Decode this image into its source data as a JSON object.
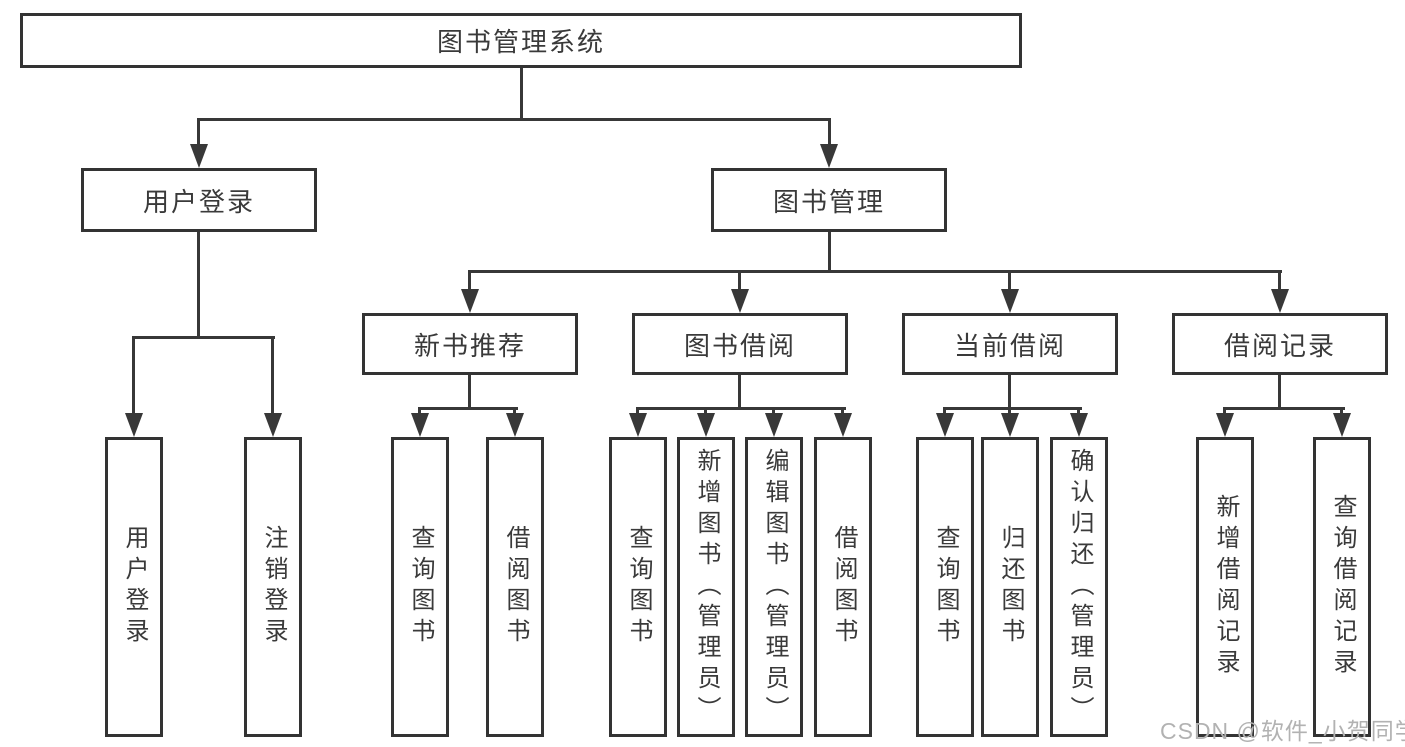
{
  "tree": {
    "root": {
      "label": "图书管理系统",
      "children": [
        {
          "label": "用户登录",
          "children": [
            {
              "label": "用户登录"
            },
            {
              "label": "注销登录"
            }
          ]
        },
        {
          "label": "图书管理",
          "children": [
            {
              "label": "新书推荐",
              "children": [
                {
                  "label": "查询图书"
                },
                {
                  "label": "借阅图书"
                }
              ]
            },
            {
              "label": "图书借阅",
              "children": [
                {
                  "label": "查询图书"
                },
                {
                  "label": "新增图书（管理员）"
                },
                {
                  "label": "编辑图书（管理员）"
                },
                {
                  "label": "借阅图书"
                }
              ]
            },
            {
              "label": "当前借阅",
              "children": [
                {
                  "label": "查询图书"
                },
                {
                  "label": "归还图书"
                },
                {
                  "label": "确认归还（管理员）"
                }
              ]
            },
            {
              "label": "借阅记录",
              "children": [
                {
                  "label": "新增借阅记录"
                },
                {
                  "label": "查询借阅记录"
                }
              ]
            }
          ]
        }
      ]
    }
  },
  "watermark": "CSDN @软件_小贺同学",
  "colors": {
    "line": "#383838",
    "border": "#333333",
    "text": "#3a3a3a",
    "watermark": "#b2b2b2",
    "background": "#ffffff"
  }
}
